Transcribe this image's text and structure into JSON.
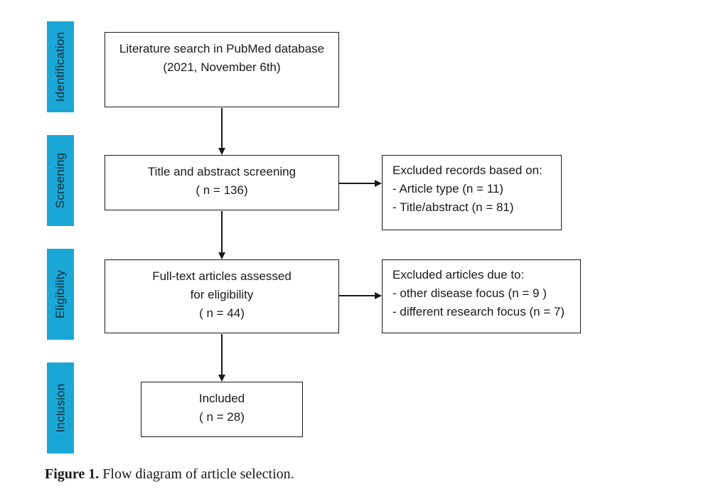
{
  "phases": {
    "identification": "Identification",
    "screening": "Screening",
    "eligibility": "Eligibility",
    "inclusion": "Inclusion"
  },
  "boxes": {
    "search": {
      "line1": "Literature search in PubMed database",
      "line2": "(2021, November 6th)"
    },
    "screening": {
      "line1": "Title and abstract screening",
      "line2": "( n = 136)"
    },
    "excluded_records": {
      "header": "Excluded records based on:",
      "item1": "- Article type (n = 11)",
      "item2": "- Title/abstract (n = 81)"
    },
    "fulltext": {
      "line1": "Full-text articles assessed",
      "line2": "for eligibility",
      "line3": "( n = 44)"
    },
    "excluded_articles": {
      "header": "Excluded articles due to:",
      "item1": "- other disease focus (n = 9 )",
      "item2": "- different research focus (n = 7)"
    },
    "included": {
      "line1": "Included",
      "line2": "( n = 28)"
    }
  },
  "caption": {
    "label": "Figure 1.",
    "text": " Flow diagram of article selection."
  },
  "colors": {
    "phase_bar": "#1aa7d6",
    "border": "#1a1a1a"
  }
}
